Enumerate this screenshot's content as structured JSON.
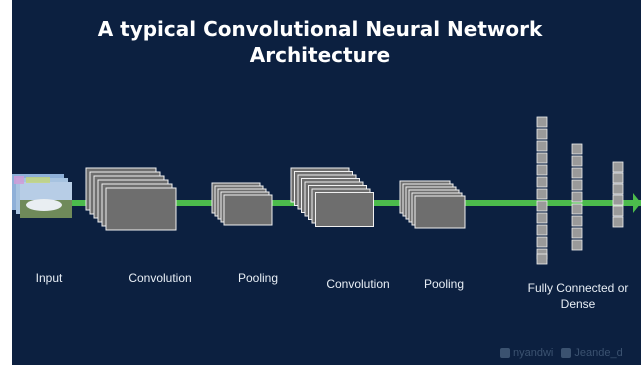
{
  "title": {
    "line1": "A typical Convolutional Neural Network",
    "line2": "Architecture"
  },
  "labels": {
    "input": "Input",
    "conv1": "Convolution",
    "pool1": "Pooling",
    "conv2": "Convolution",
    "pool2": "Pooling",
    "fc_line1": "Fully Connected or",
    "fc_line2": "Dense"
  },
  "watermark": {
    "handle1": "nyandwi",
    "handle2": "Jeande_d"
  },
  "colors": {
    "background": "#0c2040",
    "connector": "#4cbb4c",
    "feature_map": "#6e6e6e",
    "feature_map_border": "#f0f0f0",
    "neuron": "#9a9a9a",
    "text": "#ffffff"
  },
  "icons": {
    "linkedin": "linkedin-icon",
    "twitter": "twitter-icon"
  }
}
